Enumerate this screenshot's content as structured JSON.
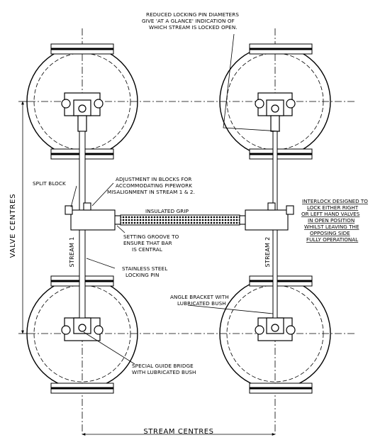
{
  "annotations": {
    "reduced_pin": [
      "REDUCED LOCKING PIN DIAMETERS",
      "GIVE 'AT A GLANCE' INDICATION OF",
      "WHICH STREAM IS LOCKED OPEN."
    ],
    "split_block": "SPLIT BLOCK",
    "adjustment": [
      "ADJUSTMENT IN BLOCKS FOR",
      "ACCOMMODATING PIPEWORK",
      "MISALIGNMENT IN STREAM 1 & 2."
    ],
    "insulated_grip": "INSULATED GRIP",
    "interlock": [
      "INTERLOCK DESIGNED TO",
      "LOCK EITHER RIGHT",
      "OR LEFT HAND VALVES",
      "IN OPEN POSITION",
      "WHILST LEAVING THE",
      "OPPOSING SIDE",
      "FULLY OPERATIONAL"
    ],
    "setting_groove": [
      "SETTING GROOVE TO",
      "ENSURE THAT BAR",
      "IS CENTRAL"
    ],
    "stainless_pin": [
      "STAINLESS STEEL",
      "LOCKING PIN"
    ],
    "angle_bracket": [
      "ANGLE BRACKET WITH",
      "LUBRICATED BUSH"
    ],
    "guide_bridge": [
      "SPECIAL GUIDE BRIDGE",
      "WITH LUBRICATED BUSH"
    ]
  },
  "labels": {
    "stream_1": "STREAM 1",
    "stream_2": "STREAM 2",
    "valve_centres": "VALVE CENTRES",
    "stream_centres": "STREAM CENTRES"
  }
}
